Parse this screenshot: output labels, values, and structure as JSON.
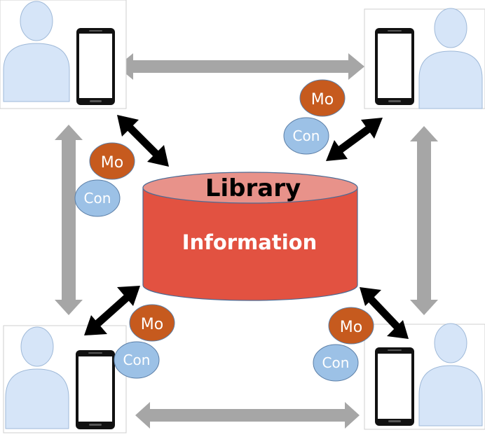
{
  "library": {
    "title": "Library",
    "subtitle": "Information"
  },
  "badges": {
    "mo": "Mo",
    "con": "Con"
  },
  "colors": {
    "person_fill": "#d6e5f8",
    "person_stroke": "#9fb9d8",
    "phone_body": "#111111",
    "phone_screen": "#ffffff",
    "card_border": "#cfcfcf",
    "cylinder_body": "#e25241",
    "cylinder_top": "#e8928a",
    "cylinder_stroke": "#4d6b94",
    "mo_fill": "#c65a1e",
    "con_fill": "#9cc1e6",
    "gray_arrow": "#a6a6a6",
    "black_arrow": "#000000"
  }
}
